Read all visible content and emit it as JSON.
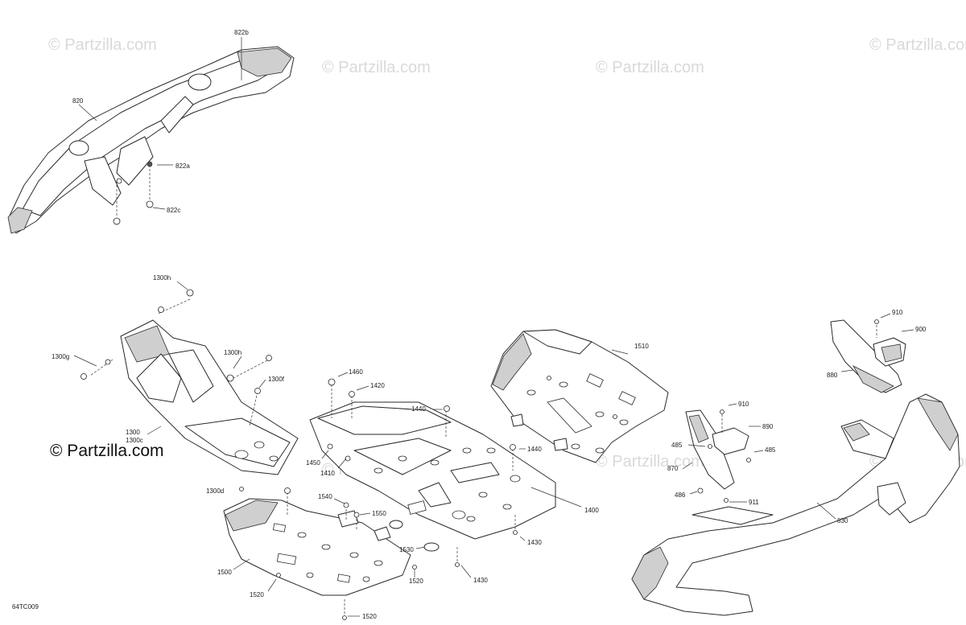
{
  "watermark": "© Partzilla.com",
  "copyright": "© Partzilla.com",
  "diagram_ref": "64TC009",
  "callouts": {
    "c822b": "822b",
    "c820": "820",
    "c822a": "822a",
    "c822c": "822c",
    "c1300h_a": "1300h",
    "c1300g": "1300g",
    "c1300h_b": "1300h",
    "c1300f": "1300f",
    "c1300": "1300",
    "c1300c": "1300c",
    "c1300d": "1300d",
    "c1460": "1460",
    "c1420": "1420",
    "c1440_a": "1440",
    "c1440_b": "1440",
    "c1450": "1450",
    "c1410": "1410",
    "c1400": "1400",
    "c1540": "1540",
    "c1550": "1550",
    "c1530": "1530",
    "c1500": "1500",
    "c1520_a": "1520",
    "c1520_b": "1520",
    "c1520_c": "1520",
    "c1430_a": "1430",
    "c1430_b": "1430",
    "c1510": "1510",
    "c910_a": "910",
    "c900": "900",
    "c880": "880",
    "c910_b": "910",
    "c890": "890",
    "c485_a": "485",
    "c485_b": "485",
    "c870": "870",
    "c486": "486",
    "c911": "911",
    "c830": "830"
  }
}
